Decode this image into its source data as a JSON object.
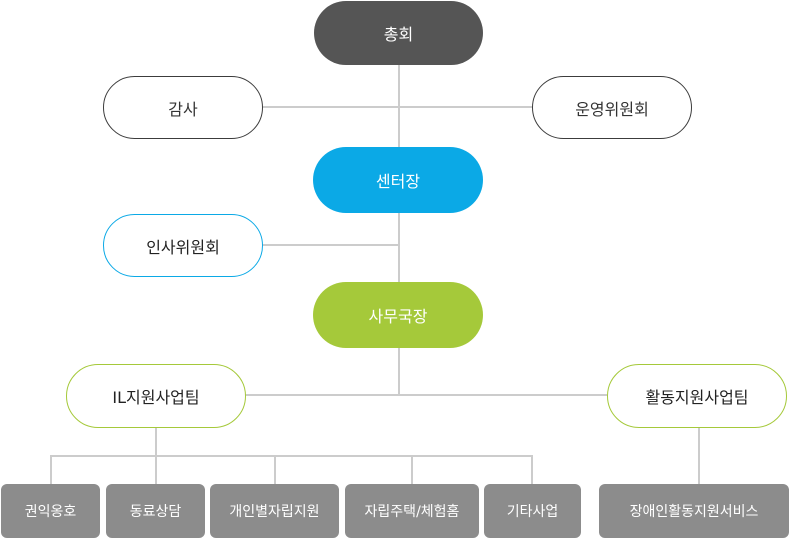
{
  "org": {
    "general_assembly": "총회",
    "audit": "감사",
    "steering_committee": "운영위원회",
    "center_director": "센터장",
    "personnel_committee": "인사위원회",
    "secretary_general": "사무국장",
    "il_team": "IL지원사업팀",
    "activity_team": "활동지원사업팀",
    "il_units": [
      "권익옹호",
      "동료상담",
      "개인별자립지원",
      "자립주택/체험홈",
      "기타사업"
    ],
    "activity_units": [
      "장애인활동지원서비스"
    ]
  },
  "colors": {
    "top": "#555555",
    "director": "#0ba9e6",
    "secretary": "#a5c93a",
    "unit": "#8c8c8c",
    "line": "#cccccc"
  }
}
